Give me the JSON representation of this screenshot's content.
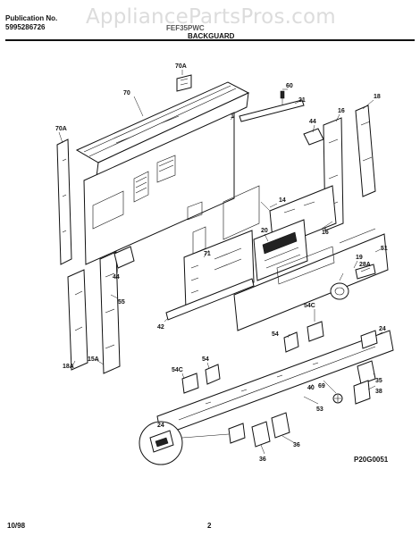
{
  "header": {
    "publication_label": "Publication No.",
    "publication_number": "5995286726",
    "model_partial": "FEF35PWC",
    "section_title": "BACKGUARD"
  },
  "watermark": "AppliancePartsPros.com",
  "footer": {
    "date": "10/98",
    "page": "2",
    "figure_code": "P20G0051"
  },
  "callouts": [
    "70A",
    "70",
    "60",
    "21",
    "18",
    "1",
    "70A",
    "44",
    "16",
    "14",
    "20",
    "16",
    "51",
    "19",
    "28A",
    "44",
    "71",
    "55",
    "54C",
    "54",
    "42",
    "24",
    "18A",
    "15A",
    "54C",
    "54",
    "35",
    "69",
    "40",
    "38",
    "53",
    "24",
    "36",
    "36"
  ]
}
